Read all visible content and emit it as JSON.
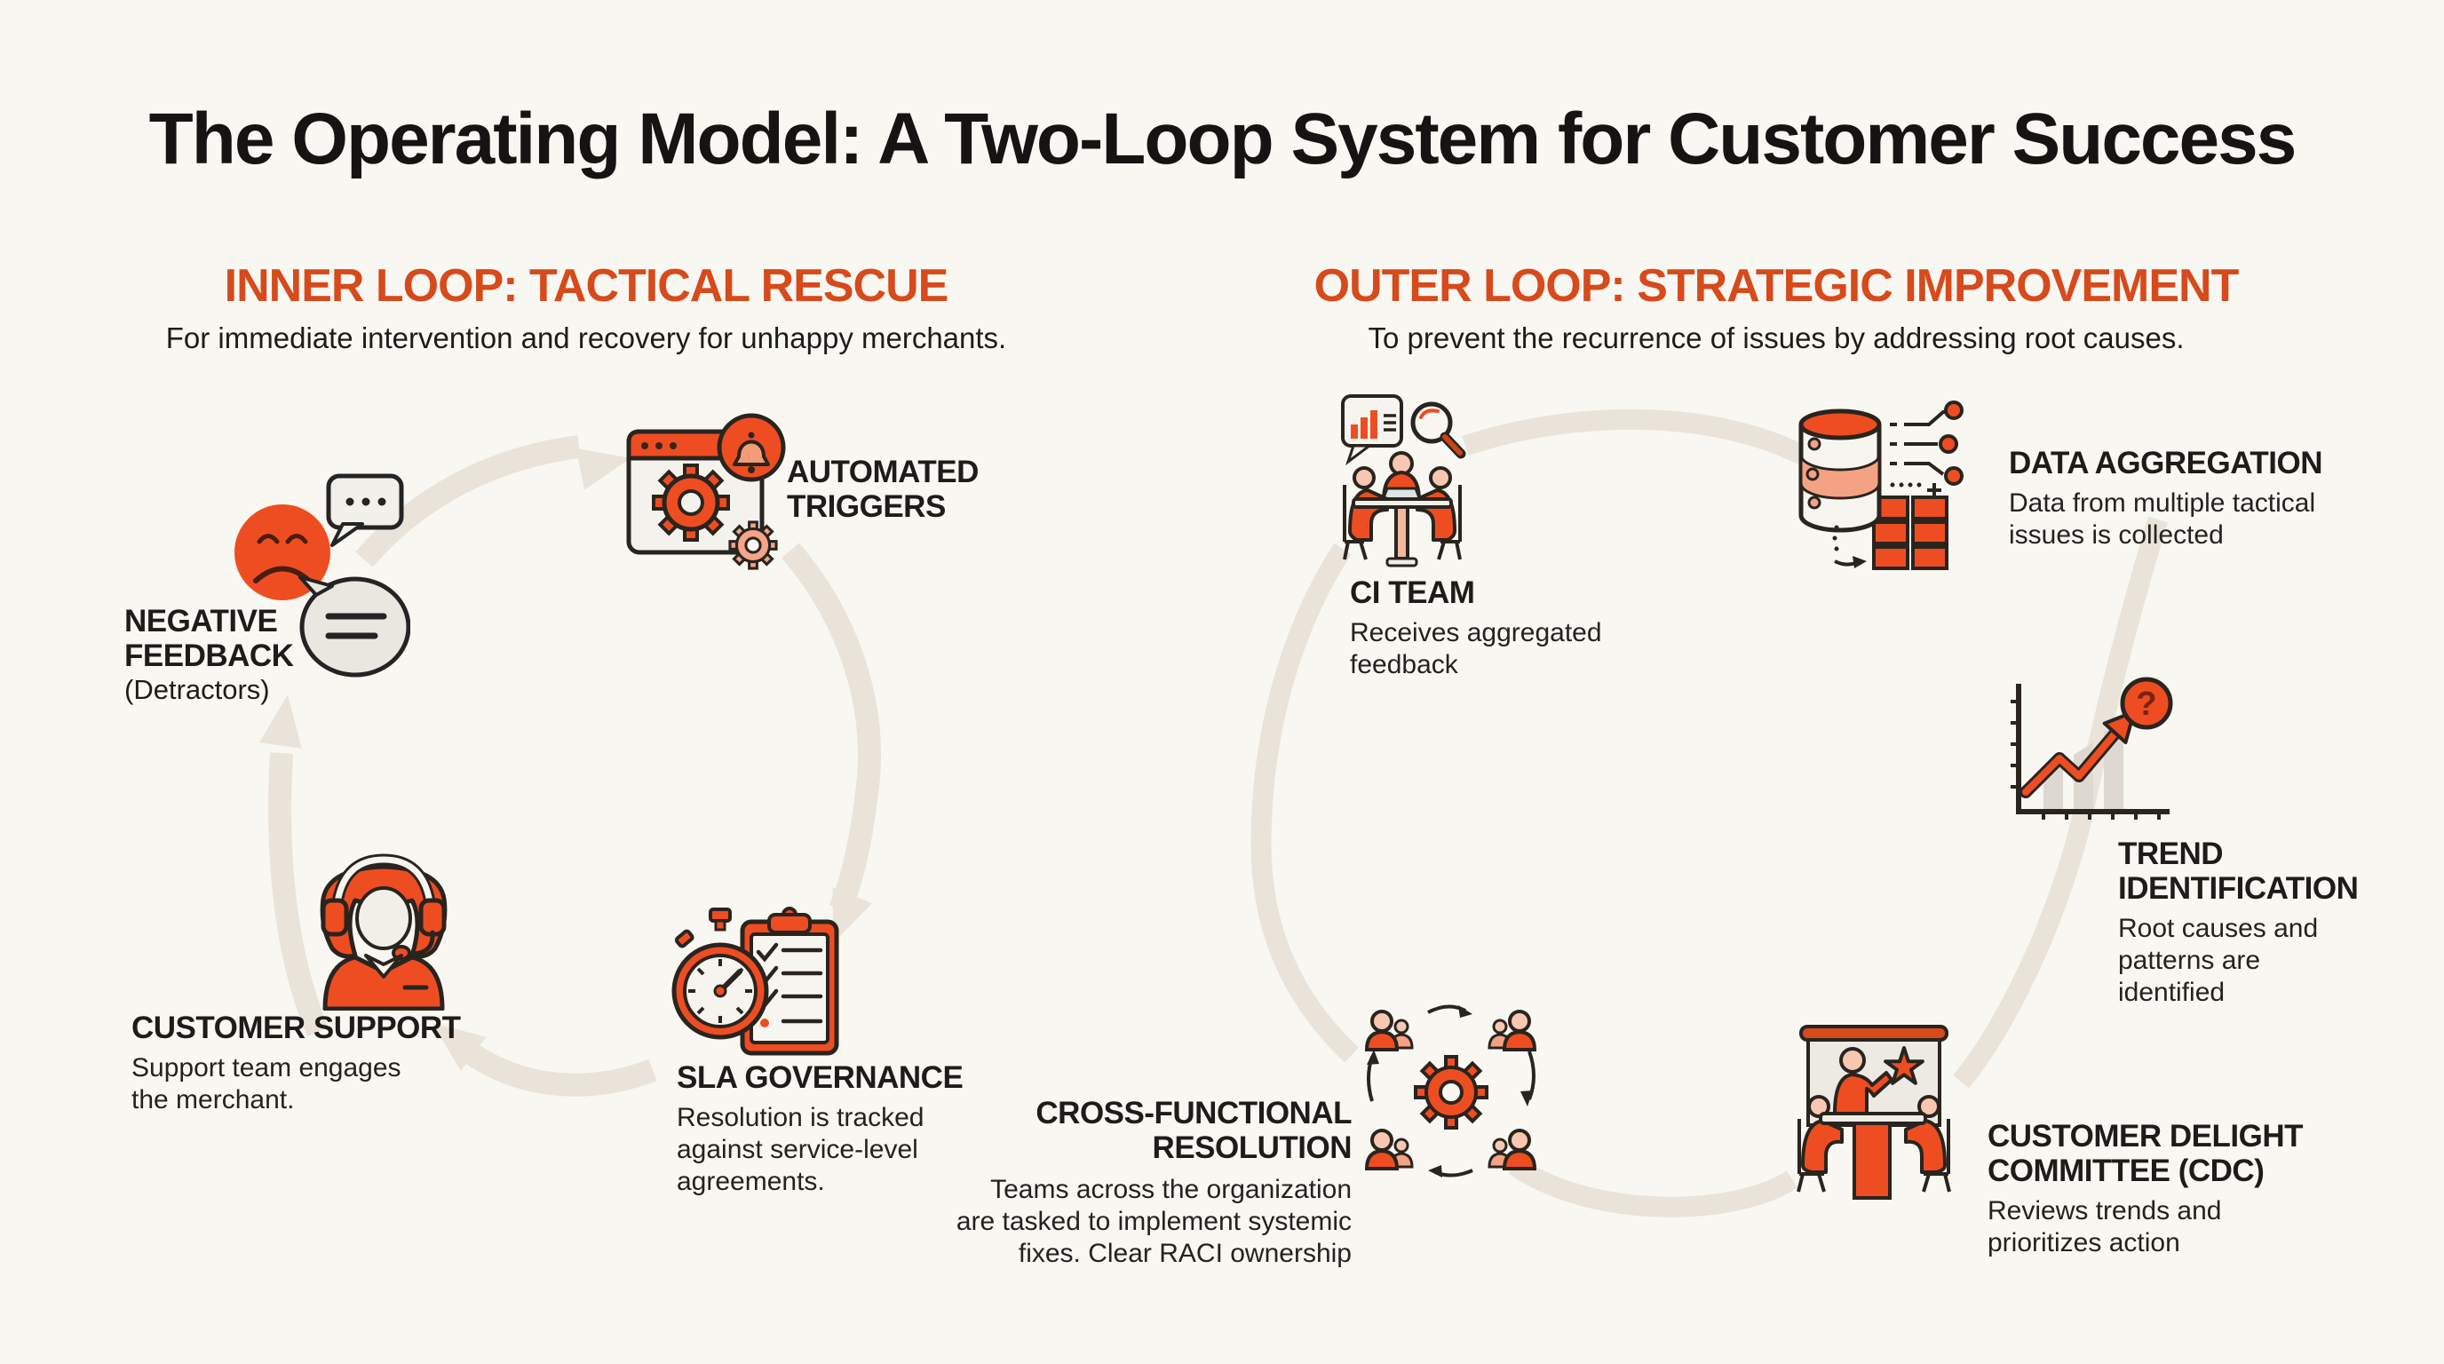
{
  "page": {
    "title": "The Operating Model: A Two-Loop System for Customer Success"
  },
  "colors": {
    "background": "#f8f7f2",
    "heading_accent": "#d64a1c",
    "icon_orange": "#ee4d22",
    "icon_salmon": "#f5a284",
    "icon_skin": "#f8c7b2",
    "icon_outline": "#2a241e",
    "loop_arc": "#e9e3da",
    "text_dark": "#1d1c1a"
  },
  "inner_loop": {
    "heading": "INNER LOOP: TACTICAL RESCUE",
    "subheading": "For immediate intervention and recovery for unhappy merchants.",
    "nodes": {
      "negative_feedback": {
        "label_lines": [
          "NEGATIVE",
          "FEEDBACK"
        ],
        "qualifier": "(Detractors)",
        "icon": "sad-face-speech-bubbles-icon"
      },
      "automated_triggers": {
        "label_lines": [
          "AUTOMATED",
          "TRIGGERS"
        ],
        "icon": "browser-gears-alert-bell-icon"
      },
      "sla_governance": {
        "label": "SLA GOVERNANCE",
        "desc_lines": [
          "Resolution is tracked",
          "against service-level",
          "agreements."
        ],
        "icon": "stopwatch-checklist-icon"
      },
      "customer_support": {
        "label": "CUSTOMER SUPPORT",
        "desc_lines": [
          "Support team engages",
          "the merchant."
        ],
        "icon": "support-agent-headset-icon"
      }
    }
  },
  "outer_loop": {
    "heading": "OUTER LOOP: STRATEGIC IMPROVEMENT",
    "subheading": "To prevent the recurrence of issues by addressing root causes.",
    "nodes": {
      "ci_team": {
        "label": "CI TEAM",
        "desc_lines": [
          "Receives aggregated",
          "feedback"
        ],
        "icon": "team-meeting-analysis-icon"
      },
      "data_aggregation": {
        "label": "DATA AGGREGATION",
        "desc_lines": [
          "Data from multiple tactical",
          "issues is collected"
        ],
        "icon": "database-nodes-icon"
      },
      "trend_identification": {
        "label_lines": [
          "TREND",
          "IDENTIFICATION"
        ],
        "desc_lines": [
          "Root causes and",
          "patterns are",
          "identified"
        ],
        "icon": "rising-trend-question-icon",
        "icon_glyph": "?"
      },
      "cdc": {
        "label_lines": [
          "CUSTOMER DELIGHT",
          "COMMITTEE (CDC)"
        ],
        "desc_lines": [
          "Reviews trends and",
          "prioritizes action"
        ],
        "icon": "committee-presentation-star-icon"
      },
      "cross_functional": {
        "label_lines": [
          "CROSS-FUNCTIONAL",
          "RESOLUTION"
        ],
        "desc_lines": [
          "Teams across the organization",
          "are tasked to implement systemic",
          "fixes. Clear RACI ownership"
        ],
        "icon": "teams-around-gear-cycle-icon"
      }
    }
  }
}
